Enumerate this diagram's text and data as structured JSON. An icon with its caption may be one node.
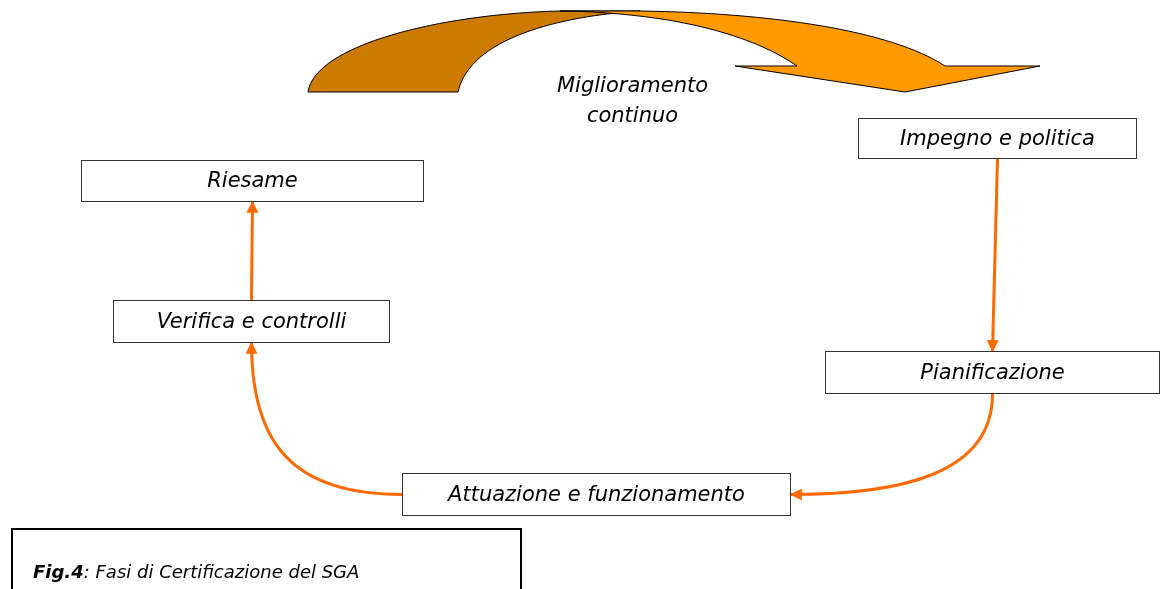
{
  "diagram": {
    "caption": "**Fig.4**: Fasi di Certificazione del SGA",
    "nodes": [
      {
        "text": [
          "Riesame"
        ]
      },
      {
        "text": [
          "Impegno e politica"
        ]
      },
      {
        "text": [
          "Verifica e controlli"
        ]
      },
      {
        "text": [
          "Pianificazione"
        ]
      },
      {
        "text": [
          "Attuazione e funzionamento"
        ]
      }
    ],
    "edges": [
      {
        "from": 1,
        "to": 3,
        "arrow": "to"
      },
      {
        "from": 3,
        "to": 4,
        "arrow": "to"
      },
      {
        "from": 4,
        "to": 2,
        "arrow": "to"
      },
      {
        "from": 2,
        "to": 0,
        "arrow": "to"
      }
    ],
    "labels": [
      "Miglioramento continuo"
    ]
  }
}
